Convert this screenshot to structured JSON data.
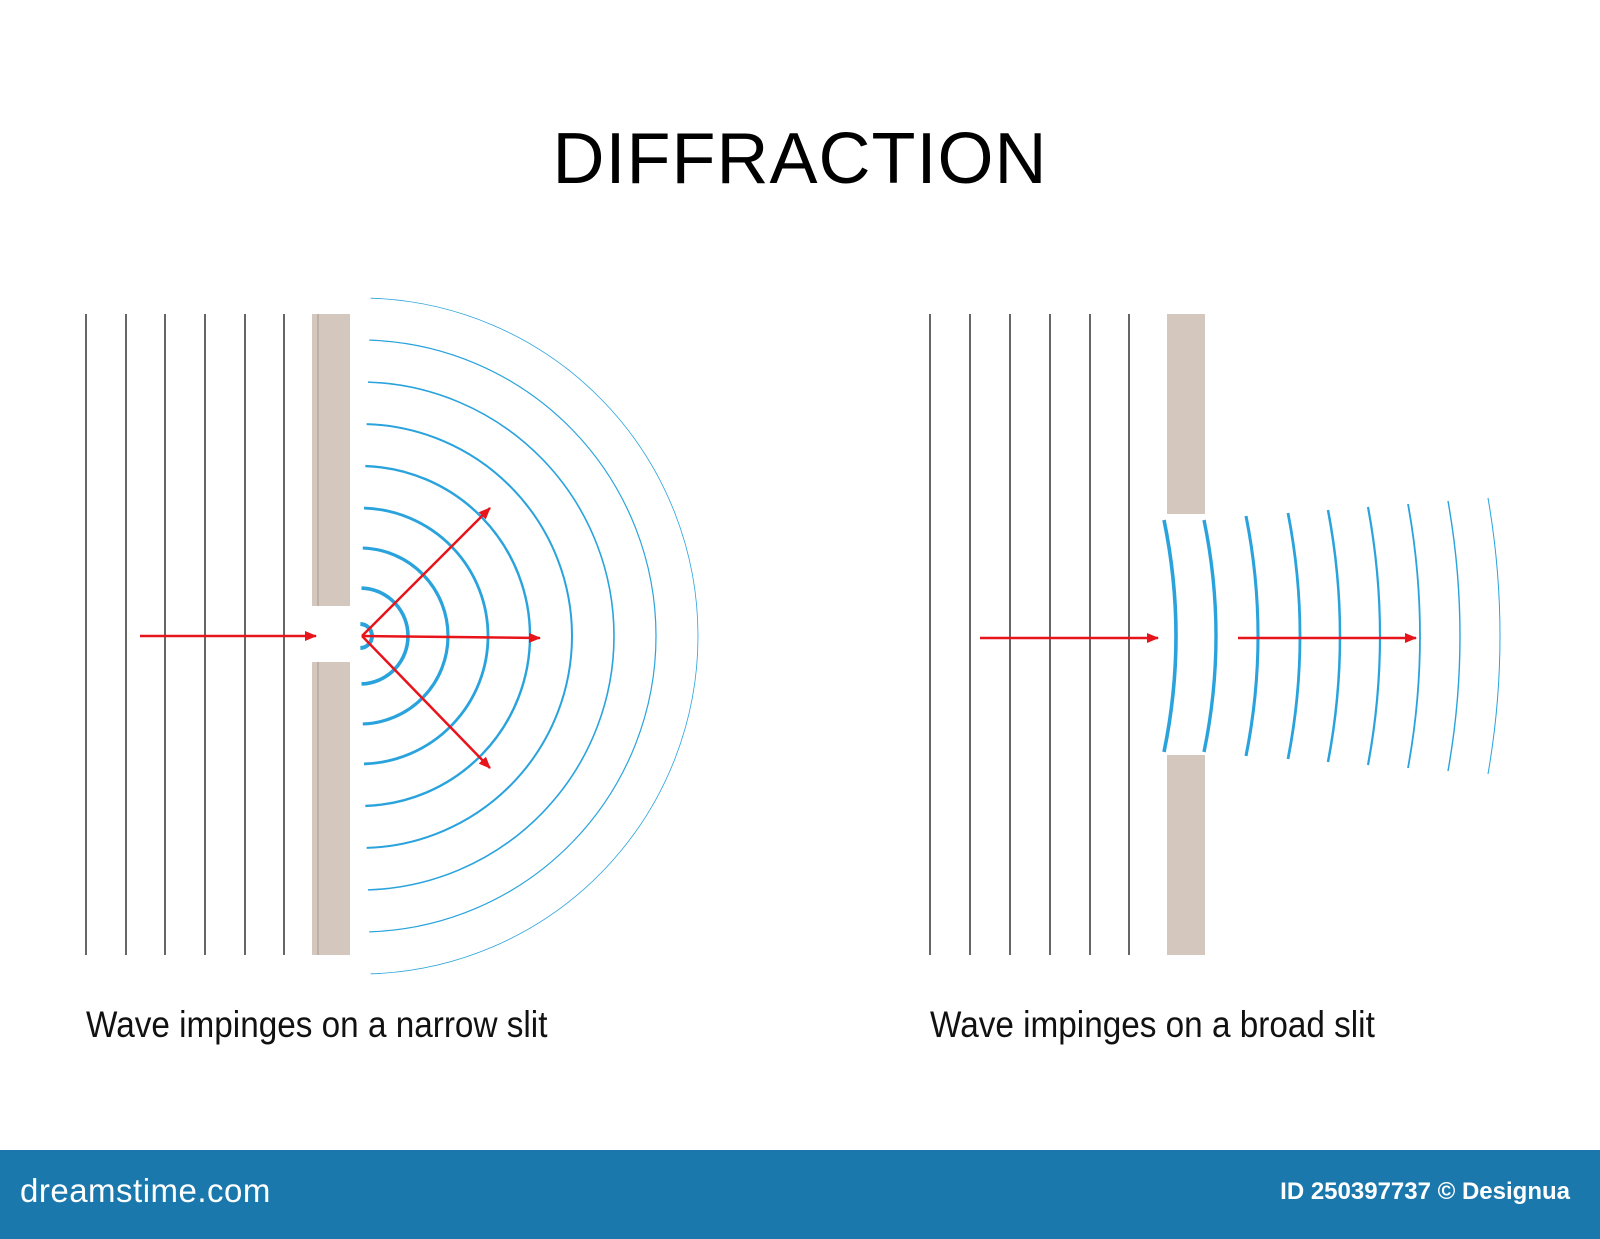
{
  "title": "DIFFRACTION",
  "panels": [
    {
      "id": "narrow",
      "caption": "Wave impinges on a narrow slit"
    },
    {
      "id": "broad",
      "caption": "Wave impinges on a broad slit"
    }
  ],
  "colors": {
    "wavefront": "#000000",
    "barrier": "#d4c7bd",
    "diffracted_wave": "#2aa3dd",
    "arrow": "#e8141b",
    "footer": "#1b78ad"
  },
  "footer": {
    "brand": "dreamstime.com",
    "stock_id": "ID 250397737 © Designua"
  }
}
